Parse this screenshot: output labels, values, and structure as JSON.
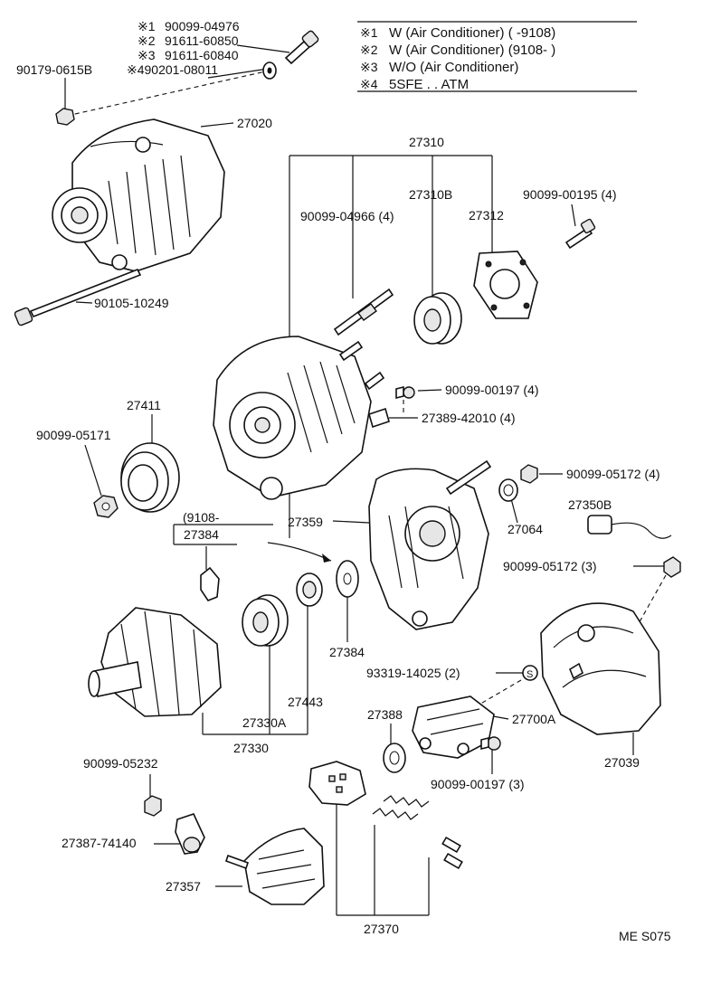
{
  "notes": [
    {
      "mark": "※1",
      "text": "W (Air Conditioner) (       -9108)"
    },
    {
      "mark": "※2",
      "text": "W (Air Conditioner) (9108-        )"
    },
    {
      "mark": "※3",
      "text": "W/O (Air Conditioner)"
    },
    {
      "mark": "※4",
      "text": "5SFE . . ATM"
    }
  ],
  "bolt_variants": [
    {
      "mark": "※1",
      "part": "90099-04976"
    },
    {
      "mark": "※2",
      "part": "91611-60850"
    },
    {
      "mark": "※3",
      "part": "91611-60840"
    }
  ],
  "labels": {
    "nut_left": "90179-0615B",
    "washer_4": "※490201-08011",
    "alternator": "27020",
    "bolt_long": "90105-10249",
    "frame_assy": "27310",
    "frame_b": "27310B",
    "stud_4": "90099-04966 (4)",
    "plate": "27312",
    "screw_4": "90099-00195 (4)",
    "screw_197_4": "90099-00197 (4)",
    "terminal": "27389-42010 (4)",
    "pulley": "27411",
    "pulley_nut": "90099-05171",
    "date_code": "(9108-",
    "spacer_top": "27384",
    "nut_172_4": "90099-05172 (4)",
    "insulator": "27350B",
    "frame_drive": "27359",
    "washer_064": "27064",
    "nut_172_3": "90099-05172 (3)",
    "spacer_low": "27384",
    "screw_025": "93319-14025 (2)",
    "bearing_cover": "27388",
    "regulator": "27700A",
    "rotor_bearing_b": "27443",
    "rotor_bearing_a": "27330A",
    "rotor": "27330",
    "rear_cover": "27039",
    "screw_197_3": "90099-00197 (3)",
    "nut_232": "90099-05232",
    "bushing": "27387-74140",
    "rectifier": "27357",
    "brush_holder": "27370",
    "ref_code": "ME S075",
    "s_symbol": "S"
  }
}
